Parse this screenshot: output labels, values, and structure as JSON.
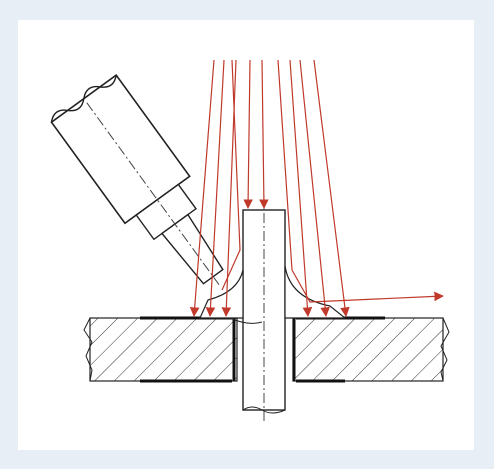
{
  "figure": {
    "type": "technical-illustration",
    "subject": "laser-beam-welding-of-pin-through-plate",
    "colors": {
      "background": "#e8eef6",
      "panel": "#ffffff",
      "line": "#222222",
      "beam": "#c0392b",
      "coating": "#111111"
    },
    "beam_count": 11,
    "labels": []
  }
}
